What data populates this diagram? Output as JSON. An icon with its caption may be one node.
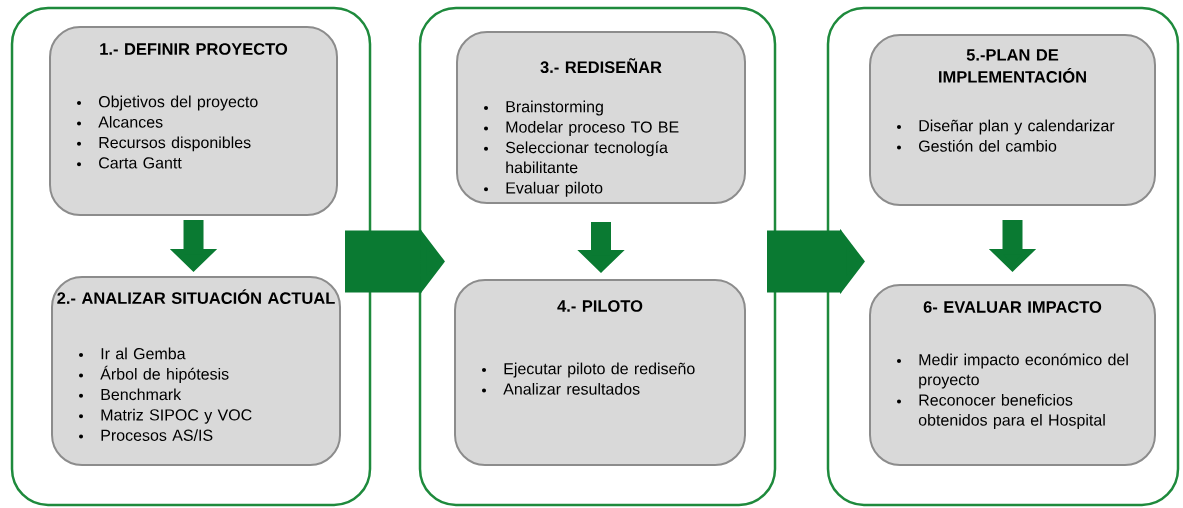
{
  "diagram": {
    "nodes": [
      {
        "text": [],
        "shape": "box"
      },
      {
        "text": [
          "1.- DEFINIR PROYECTO",
          "Objetivos del proyecto",
          "Alcances",
          "Recursos disponibles",
          "Carta Gantt"
        ],
        "in": 0
      },
      {
        "text": [
          "2.- ANALIZAR SITUACIÓN ACTUAL",
          "Ir al Gemba",
          "Árbol de hipótesis",
          "Benchmark",
          "Matriz SIPOC y VOC",
          "Procesos AS/IS"
        ],
        "in": 0
      },
      {
        "text": [],
        "shape": "box"
      },
      {
        "text": [
          "3.- REDISEÑAR",
          "Brainstorming",
          "Modelar proceso TO BE",
          "Seleccionar tecnología habilitante",
          "Evaluar piloto"
        ],
        "in": 3
      },
      {
        "text": [
          "4.- PILOTO",
          "Ejecutar piloto de rediseño",
          "Analizar resultados"
        ],
        "in": 3
      },
      {
        "text": [],
        "shape": "box"
      },
      {
        "text": [
          "5.-PLAN DE IMPLEMENTACIÓN",
          "Diseñar plan y calendarizar",
          "Gestión del cambio"
        ],
        "in": 6
      },
      {
        "text": [
          "6- EVALUAR IMPACTO",
          "Medir impacto económico del proyecto",
          "Reconocer beneficios obtenidos para el Hospital"
        ],
        "in": 6
      }
    ],
    "edges": [
      {
        "from": 1,
        "to": 2,
        "arrow": "to"
      },
      {
        "from": 0,
        "to": 3,
        "arrow": "to",
        "style": "thick"
      },
      {
        "from": 4,
        "to": 5,
        "arrow": "to"
      },
      {
        "from": 3,
        "to": 6,
        "arrow": "to",
        "style": "thick"
      },
      {
        "from": 7,
        "to": 8,
        "arrow": "to"
      }
    ]
  }
}
